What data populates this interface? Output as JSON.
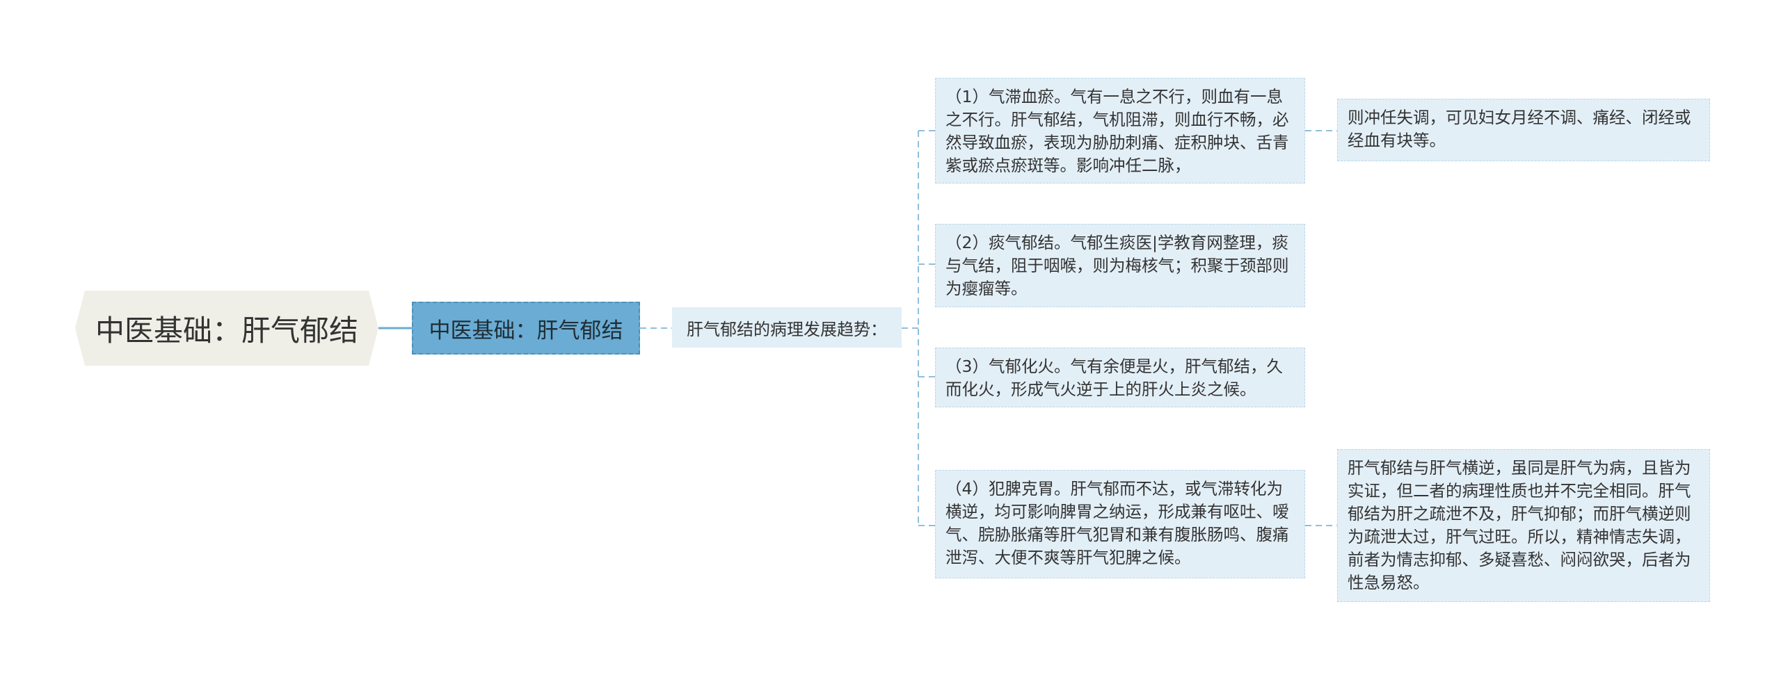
{
  "root": {
    "title": "中医基础：肝气郁结"
  },
  "level1": {
    "title": "中医基础：肝气郁结"
  },
  "level2": {
    "title": "肝气郁结的病理发展趋势："
  },
  "branches": [
    {
      "text": "（1）气滞血瘀。气有一息之不行，则血有一息之不行。肝气郁结，气机阻滞，则血行不畅，必然导致血瘀，表现为胁肋刺痛、症积肿块、舌青紫或瘀点瘀斑等。影响冲任二脉，",
      "child": "则冲任失调，可见妇女月经不调、痛经、闭经或经血有块等。"
    },
    {
      "text": "（2）痰气郁结。气郁生痰医|学教育网整理，痰与气结，阻于咽喉，则为梅核气；积聚于颈部则为瘿瘤等。"
    },
    {
      "text": "（3）气郁化火。气有余便是火，肝气郁结，久而化火，形成气火逆于上的肝火上炎之候。"
    },
    {
      "text": "（4）犯脾克胃。肝气郁而不达，或气滞转化为横逆，均可影响脾胃之纳运，形成兼有呕吐、嗳气、脘胁胀痛等肝气犯胃和兼有腹胀肠鸣、腹痛泄泻、大便不爽等肝气犯脾之候。",
      "child": "肝气郁结与肝气横逆，虽同是肝气为病，且皆为实证，但二者的病理性质也并不完全相同。肝气郁结为肝之疏泄不及，肝气抑郁；而肝气横逆则为疏泄太过，肝气过旺。所以，精神情志失调，前者为情志抑郁、多疑喜愁、闷闷欲哭，后者为性急易怒。"
    }
  ],
  "colors": {
    "root_bg": "#efefe7",
    "level1_bg": "#6aacd3",
    "leaf_bg": "#e3eff7",
    "connector": "#6aacd3"
  }
}
